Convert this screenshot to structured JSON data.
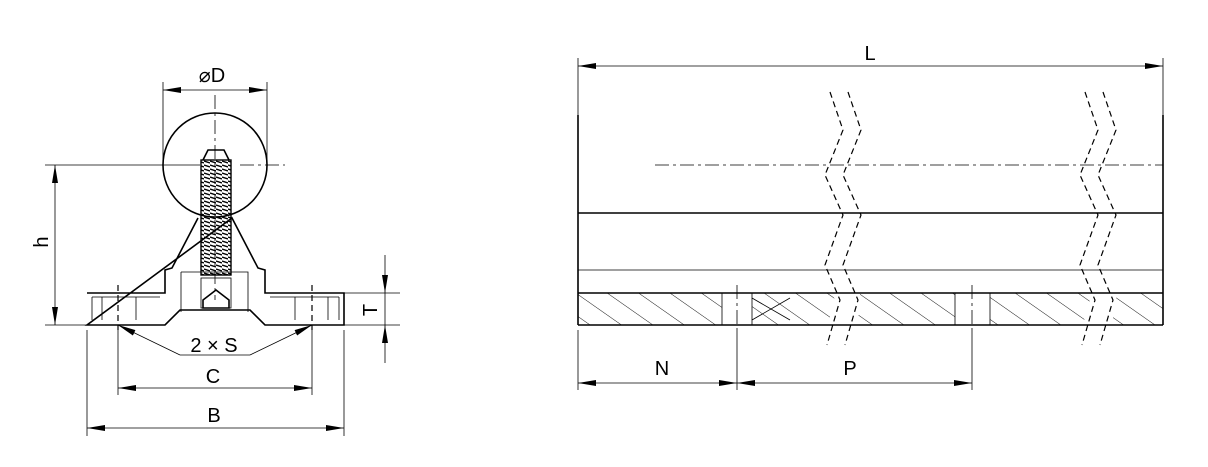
{
  "labels": {
    "diameter": "⌀D",
    "height": "h",
    "thickness": "T",
    "screws": "2 × S",
    "hole_spacing": "C",
    "base_width": "B",
    "length": "L",
    "end_offset": "N",
    "pitch": "P"
  }
}
